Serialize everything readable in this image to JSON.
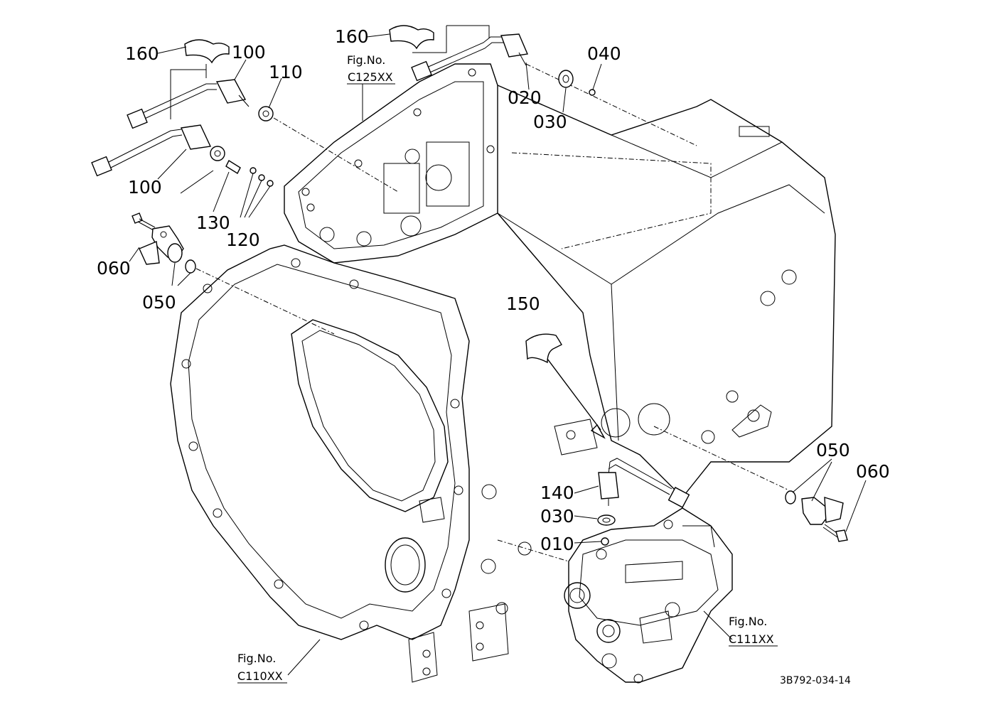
{
  "callouts": [
    {
      "id": "160a",
      "text": "160"
    },
    {
      "id": "100a",
      "text": "100"
    },
    {
      "id": "110",
      "text": "110"
    },
    {
      "id": "100b",
      "text": "100"
    },
    {
      "id": "130",
      "text": "130"
    },
    {
      "id": "120",
      "text": "120"
    },
    {
      "id": "060a",
      "text": "060"
    },
    {
      "id": "050a",
      "text": "050"
    },
    {
      "id": "160b",
      "text": "160"
    },
    {
      "id": "020",
      "text": "020"
    },
    {
      "id": "030a",
      "text": "030"
    },
    {
      "id": "040",
      "text": "040"
    },
    {
      "id": "150",
      "text": "150"
    },
    {
      "id": "140",
      "text": "140"
    },
    {
      "id": "030b",
      "text": "030"
    },
    {
      "id": "010",
      "text": "010"
    },
    {
      "id": "050b",
      "text": "050"
    },
    {
      "id": "060b",
      "text": "060"
    }
  ],
  "figure_refs": [
    {
      "prefix": "Fig.No.",
      "ref": "C125XX"
    },
    {
      "prefix": "Fig.No.",
      "ref": "C110XX"
    },
    {
      "prefix": "Fig.No.",
      "ref": "C111XX"
    }
  ],
  "drawing_code": "3B792-034-14"
}
